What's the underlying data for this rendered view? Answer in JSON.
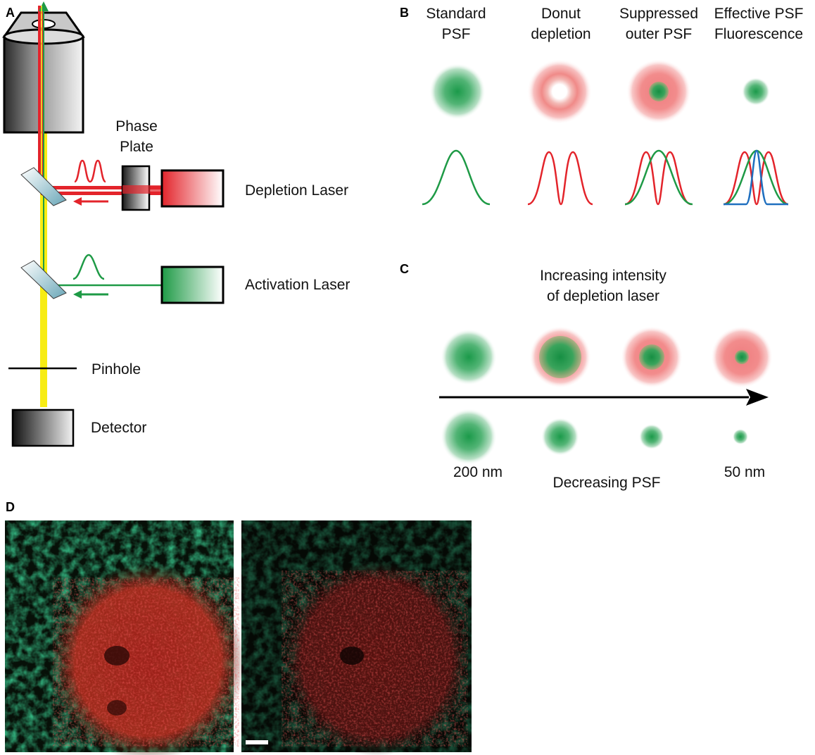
{
  "panels": {
    "a": {
      "letter": "A",
      "phase_plate": [
        "Phase",
        "Plate"
      ],
      "depletion_laser": "Depletion Laser",
      "activation_laser": "Activation Laser",
      "pinhole": "Pinhole",
      "detector": "Detector"
    },
    "b": {
      "letter": "B",
      "columns": [
        {
          "lines": [
            "Standard",
            "PSF"
          ]
        },
        {
          "lines": [
            "Donut",
            "depletion"
          ]
        },
        {
          "lines": [
            "Suppressed",
            "outer PSF"
          ]
        },
        {
          "lines": [
            "Effective PSF",
            "Fluorescence"
          ]
        }
      ]
    },
    "c": {
      "letter": "C",
      "title": [
        "Increasing intensity",
        "of depletion laser"
      ],
      "left_label": "200 nm",
      "center_label": "Decreasing PSF",
      "right_label": "50 nm"
    },
    "d": {
      "letter": "D"
    }
  },
  "colors": {
    "depletion": "#e8232a",
    "activation": "#1a9a3f",
    "emission": "#f7ec13",
    "fluorescence": "#1f6fbf"
  }
}
